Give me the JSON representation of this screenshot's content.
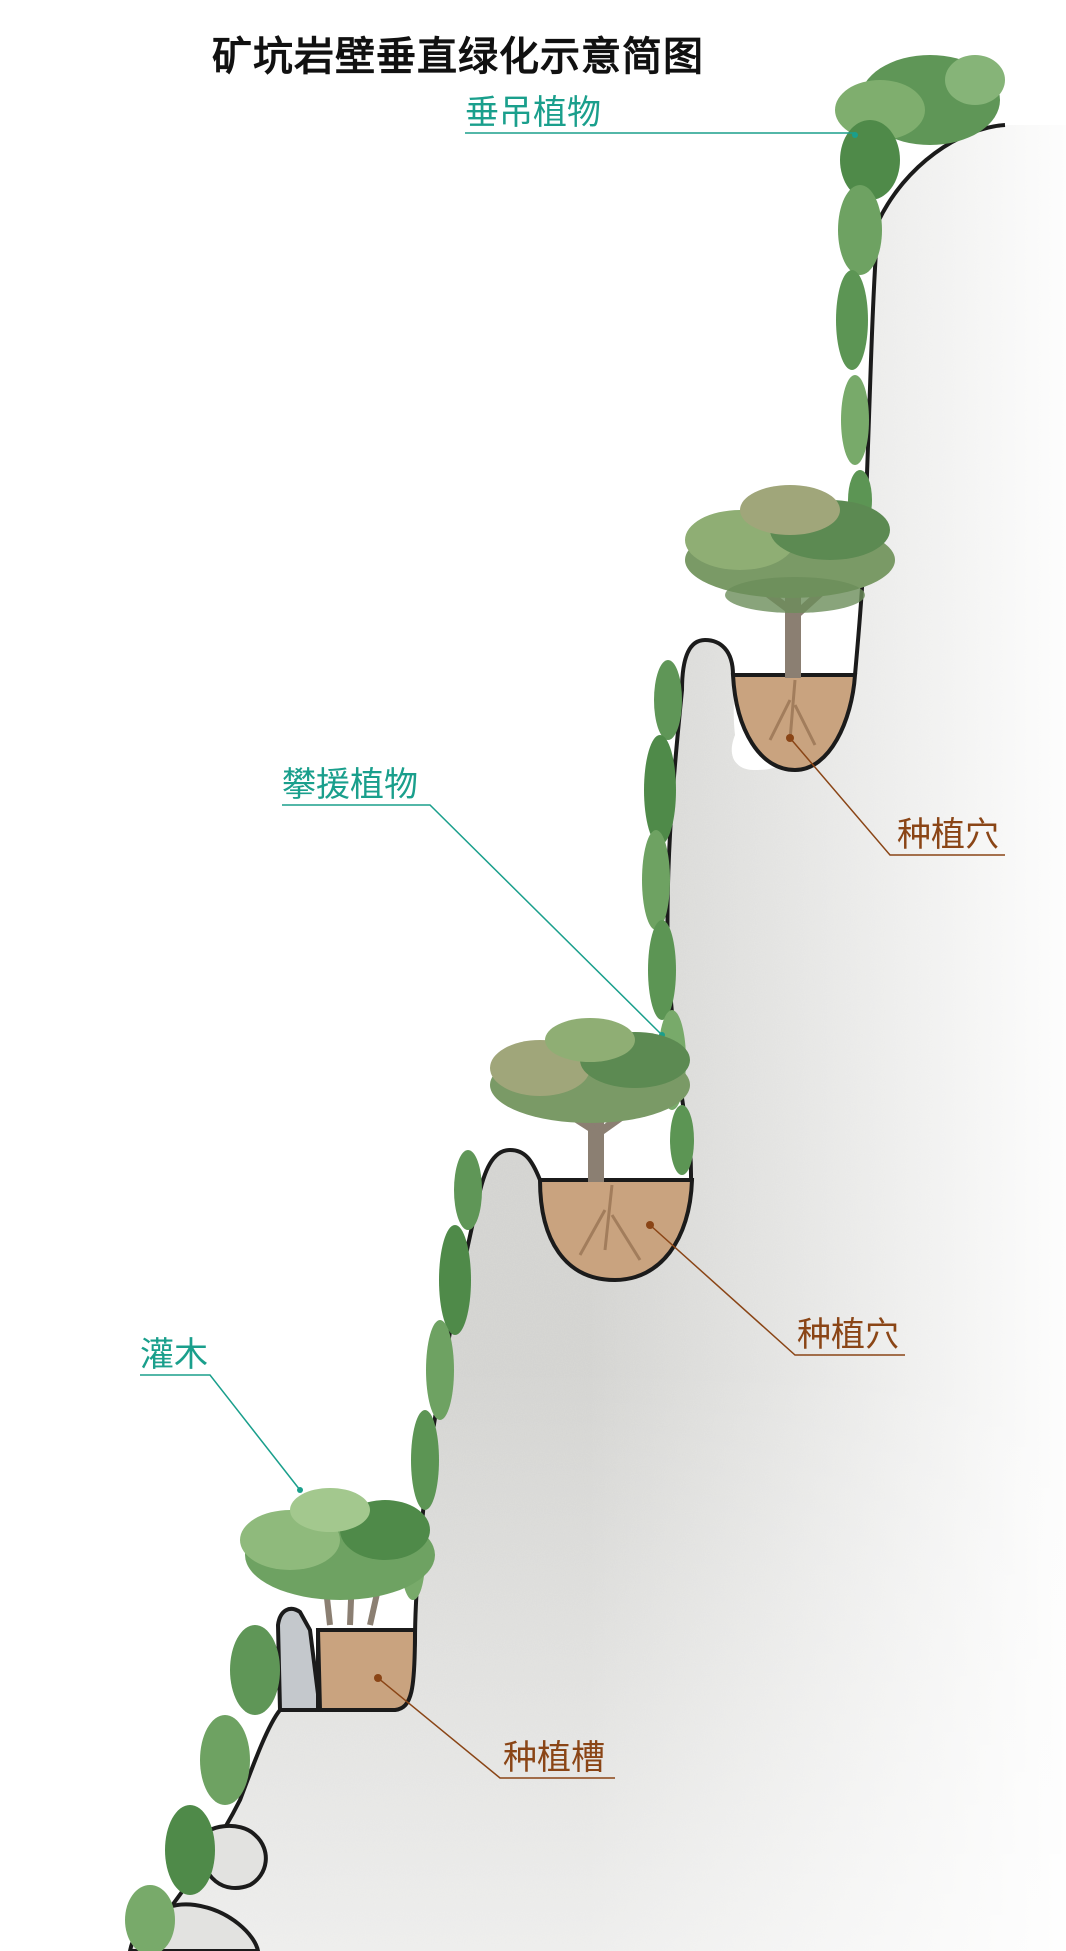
{
  "title": "矿坑岩壁垂直绿化示意简图",
  "colors": {
    "rock": "#d9d9d6",
    "rock_edge": "#1b1b1b",
    "soil": "#c9a37f",
    "foliage_light": "#8fba7c",
    "foliage_dark": "#4e8a4a",
    "trunk": "#8b7f72",
    "teal_label": "#1a9f8c",
    "brown_label": "#8a4516"
  },
  "labels": {
    "hanging_plants": "垂吊植物",
    "climbing_plants": "攀援植物",
    "shrub": "灌木",
    "planting_hole_1": "种植穴",
    "planting_hole_2": "种植穴",
    "planting_trough": "种植槽"
  }
}
